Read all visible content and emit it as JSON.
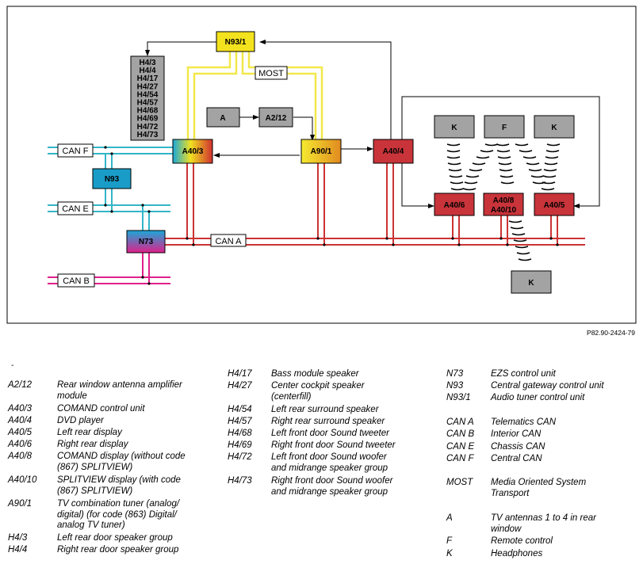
{
  "diagram": {
    "nodes": {
      "n93_1": "N93/1",
      "a40_3": "A40/3",
      "a90_1": "A90/1",
      "a40_4": "A40/4",
      "a40_6": "A40/6",
      "a40_8_10": [
        "A40/8",
        "A40/10"
      ],
      "a40_5": "A40/5",
      "n93": "N93",
      "n73": "N73",
      "a": "A",
      "a2_12": "A2/12",
      "k_left": "K",
      "f": "F",
      "k_right": "K",
      "k_bottom": "K"
    },
    "speaker_group": [
      "H4/3",
      "H4/4",
      "H4/17",
      "H4/27",
      "H4/54",
      "H4/57",
      "H4/68",
      "H4/69",
      "H4/72",
      "H4/73"
    ],
    "buses": {
      "most": "MOST",
      "can_f": "CAN F",
      "can_e": "CAN E",
      "can_a": "CAN A",
      "can_b": "CAN B"
    },
    "colors": {
      "can_f": "#33b5c8",
      "can_e": "#33b5c8",
      "can_a": "#cc3333",
      "can_b": "#e0208a",
      "most": "#f2e84a",
      "unit_red": "#c8343a",
      "unit_yellow": "#f0e020",
      "unit_gray": "#a3a3a3",
      "unit_teal": "#1a9cc8"
    }
  },
  "figure_code": "P82.90-2424-79",
  "legend_marker": "-",
  "legend": {
    "col1": [
      {
        "code": "A2/12",
        "desc": "Rear window antenna amplifier\nmodule"
      },
      {
        "code": "A40/3",
        "desc": "COMAND control unit"
      },
      {
        "code": "A40/4",
        "desc": "DVD player"
      },
      {
        "code": "A40/5",
        "desc": "Left rear display"
      },
      {
        "code": "A40/6",
        "desc": "Right rear display"
      },
      {
        "code": "A40/8",
        "desc": "COMAND display (without code\n(867) SPLITVIEW)"
      },
      {
        "code": "A40/10",
        "desc": "SPLITVIEW display (with code\n(867) SPLITVIEW)"
      },
      {
        "code": "A90/1",
        "desc": "TV combination tuner (analog/\ndigital) (for code (863) Digital/\nanalog TV tuner)"
      },
      {
        "code": "H4/3",
        "desc": "Left rear door speaker group"
      },
      {
        "code": "H4/4",
        "desc": "Right rear door speaker group"
      }
    ],
    "col2": [
      {
        "code": "H4/17",
        "desc": "Bass module speaker"
      },
      {
        "code": "H4/27",
        "desc": "Center cockpit speaker\n(centerfill)"
      },
      {
        "code": "H4/54",
        "desc": "Left rear surround speaker"
      },
      {
        "code": "H4/57",
        "desc": "Right rear surround speaker"
      },
      {
        "code": "H4/68",
        "desc": "Left front door Sound tweeter"
      },
      {
        "code": "H4/69",
        "desc": "Right front door Sound tweeter"
      },
      {
        "code": "H4/72",
        "desc": "Left front door Sound woofer\nand midrange speaker group"
      },
      {
        "code": "H4/73",
        "desc": "Right front door Sound woofer\nand midrange speaker group"
      }
    ],
    "col3": [
      {
        "code": "N73",
        "desc": "EZS control unit"
      },
      {
        "code": "N93",
        "desc": "Central gateway control unit"
      },
      {
        "code": "N93/1",
        "desc": "Audio tuner control unit"
      },
      {
        "code": "CAN A",
        "desc": "Telematics CAN"
      },
      {
        "code": "CAN B",
        "desc": "Interior CAN"
      },
      {
        "code": "CAN E",
        "desc": "Chassis CAN"
      },
      {
        "code": "CAN F",
        "desc": "Central CAN"
      },
      {
        "code": "MOST",
        "desc": "Media Oriented System\nTransport"
      },
      {
        "code": "A",
        "desc": "TV antennas 1 to 4 in rear\nwindow"
      },
      {
        "code": "F",
        "desc": "Remote control"
      },
      {
        "code": "K",
        "desc": "Headphones"
      }
    ]
  }
}
